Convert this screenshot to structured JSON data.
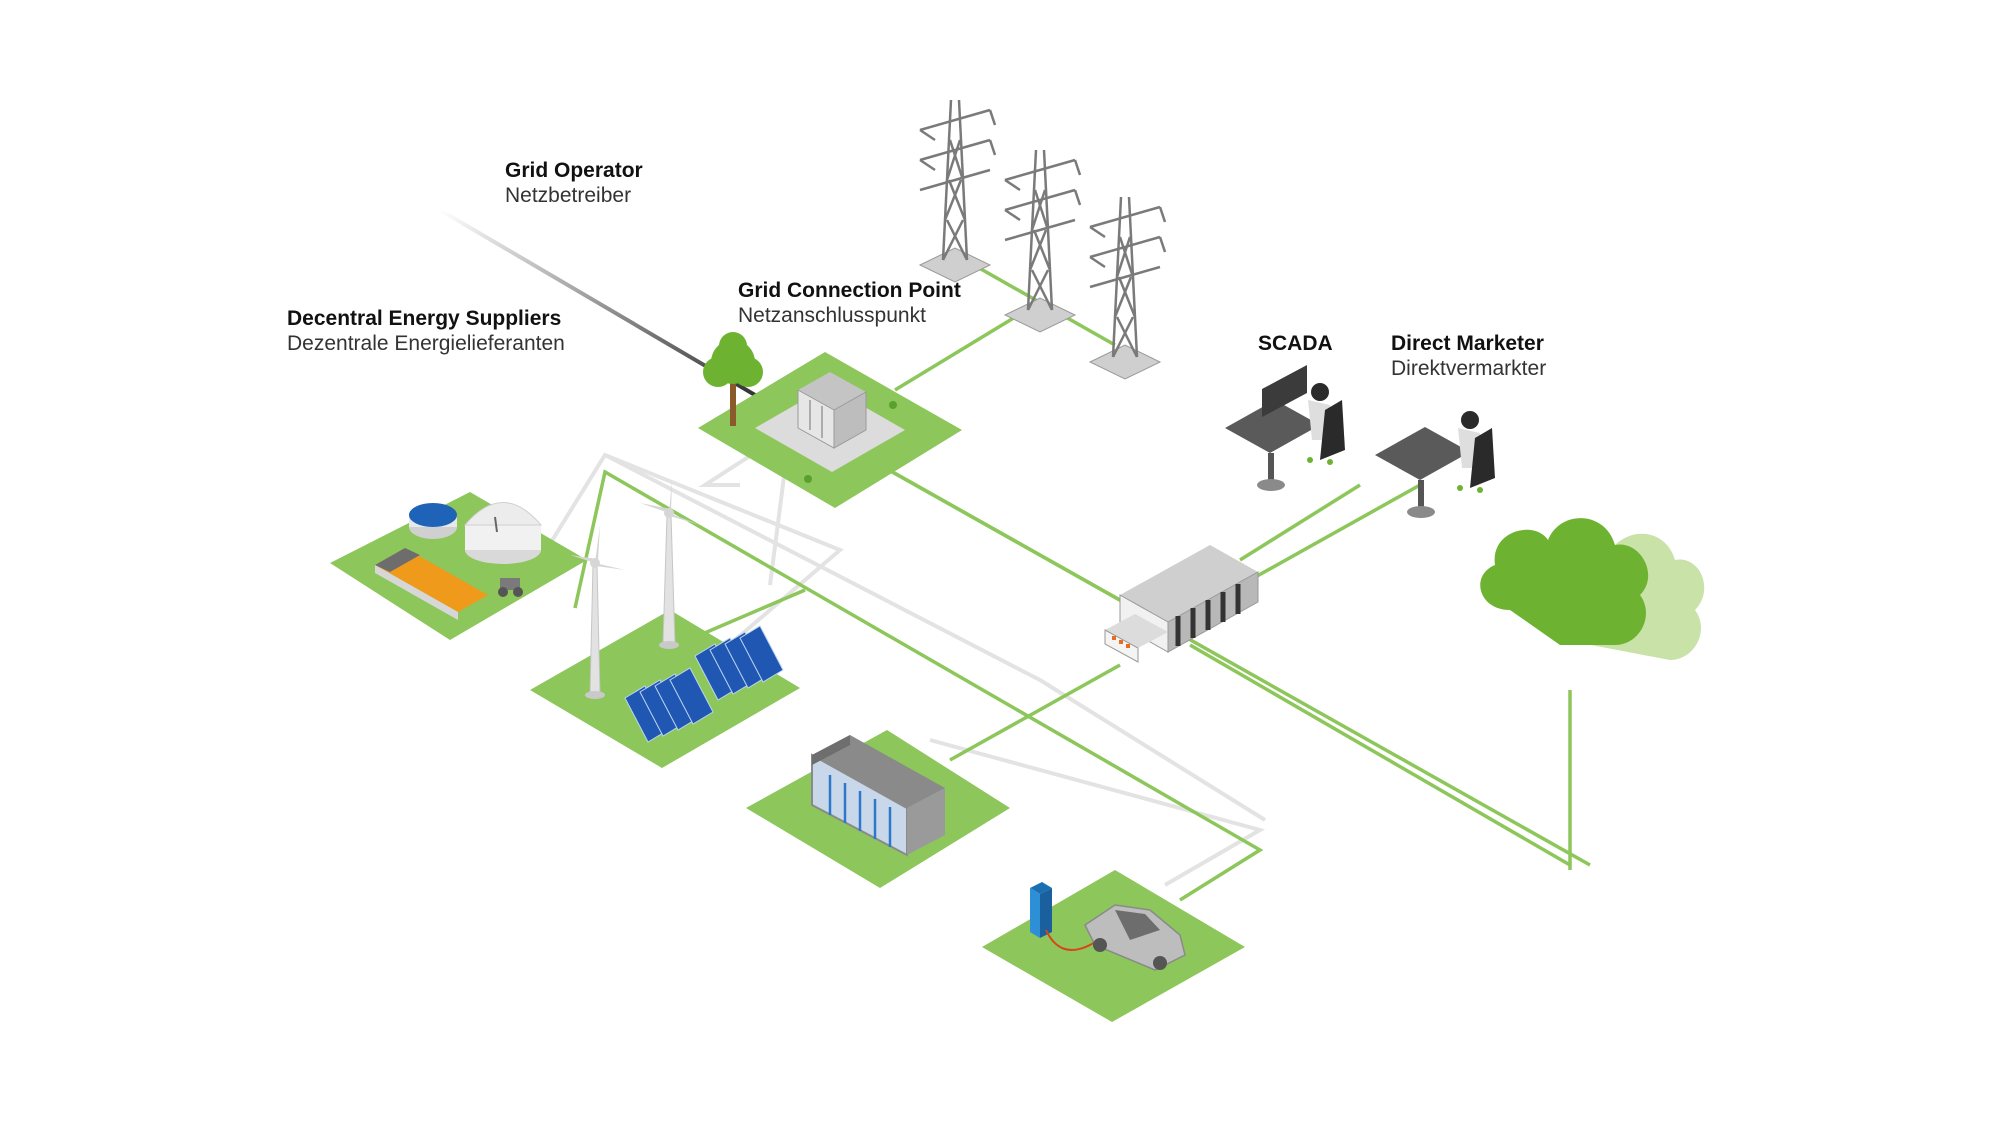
{
  "labels": {
    "grid_operator": {
      "title": "Grid Operator",
      "subtitle": "Netzbetreiber"
    },
    "decentral_suppliers": {
      "title": "Decentral Energy Suppliers",
      "subtitle": "Dezentrale Energielieferanten"
    },
    "grid_connection_point": {
      "title": "Grid Connection Point",
      "subtitle": "Netzanschlusspunkt"
    },
    "scada": {
      "title": "SCADA"
    },
    "direct_marketer": {
      "title": "Direct Marketer",
      "subtitle": "Direktvermarkter"
    }
  },
  "colors": {
    "accent_green": "#8dc65a",
    "line_green": "#8dc65a",
    "cloud_green": "#6db331",
    "cloud_light": "#c8e2a8",
    "grey_line": "#e3e3e3",
    "solar_blue": "#1f57b3",
    "battery_blue": "#2d78c8",
    "biogas_orange": "#f09a1c"
  },
  "icons": [
    "power-pylon-icon",
    "substation-icon",
    "tree-icon",
    "biogas-plant-icon",
    "wind-turbine-icon",
    "solar-panel-icon",
    "battery-storage-icon",
    "ev-charging-icon",
    "electric-car-icon",
    "gateway-device-icon",
    "operator-desk-icon",
    "cloud-icon"
  ]
}
